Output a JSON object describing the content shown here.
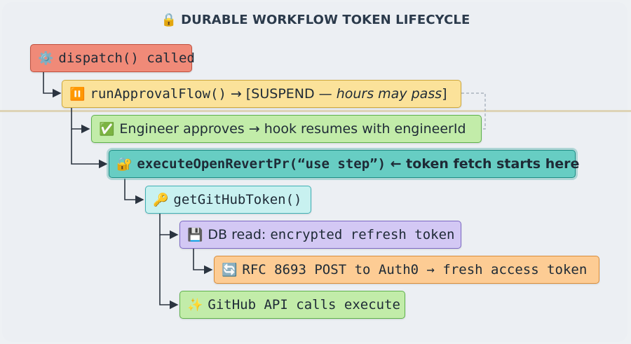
{
  "diagram": {
    "title": "DURABLE WORKFLOW TOKEN LIFECYCLE",
    "title_icon": "lock-icon",
    "nodes": [
      {
        "id": "dispatch",
        "icon": "gear-icon",
        "icon_glyph": "⚙️",
        "text": "dispatch() called",
        "color": "#f08a78"
      },
      {
        "id": "run-approval-flow",
        "icon": "pause-icon",
        "icon_glyph": "⏸️",
        "text_code": "runApprovalFlow()",
        "text_mid": " → [SUSPEND — ",
        "text_italic": "hours may pass",
        "text_end": "]",
        "color": "#fbe29a"
      },
      {
        "id": "engineer-approves",
        "icon": "check-icon",
        "icon_glyph": "✅",
        "text": "Engineer approves → hook resumes with engineerId",
        "color": "#c2eca9"
      },
      {
        "id": "execute-open-revert-pr",
        "icon": "lock-key-icon",
        "icon_glyph": "🔐",
        "text_code": "executeOpenRevertPr(“use step”)",
        "text_mid": " ← token fetch starts here",
        "color": "#67cdc3"
      },
      {
        "id": "get-github-token",
        "icon": "key-icon",
        "icon_glyph": "🔑",
        "text_code": "getGitHubToken()",
        "color": "#c8f1f0"
      },
      {
        "id": "db-read",
        "icon": "floppy-disk-icon",
        "icon_glyph": "💾",
        "text_prefix": "DB read: ",
        "text_code": "encrypted refresh token",
        "color": "#d3c8f4"
      },
      {
        "id": "rfc-post",
        "icon": "refresh-icon",
        "icon_glyph": "🔄",
        "text_code": "RFC 8693 POST to Auth0 → fresh access token",
        "color": "#fdcc94"
      },
      {
        "id": "github-api",
        "icon": "sparkles-icon",
        "icon_glyph": "✨",
        "text_code": "GitHub API calls execute",
        "color": "#c2eca9"
      }
    ]
  }
}
